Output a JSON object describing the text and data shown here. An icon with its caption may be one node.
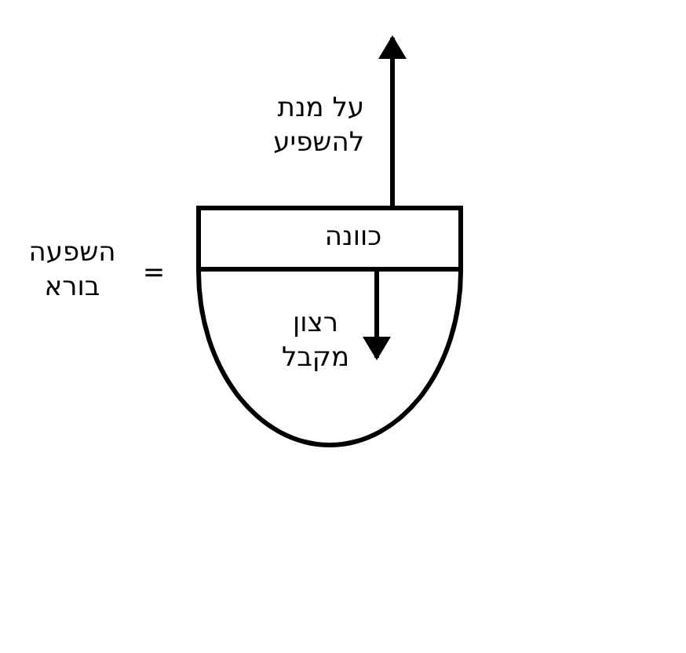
{
  "diagram": {
    "nodes": [
      {
        "text": [
          "כוונה"
        ]
      },
      {
        "text": [
          "רצון מקבל"
        ]
      }
    ],
    "edges": [
      {
        "from": 0,
        "to": null,
        "arrow": "to",
        "label": "על מנת להשפיע"
      },
      {
        "from": 0,
        "to": 1,
        "arrow": "to"
      }
    ],
    "labels": [
      "השפעה בורא",
      "="
    ]
  }
}
